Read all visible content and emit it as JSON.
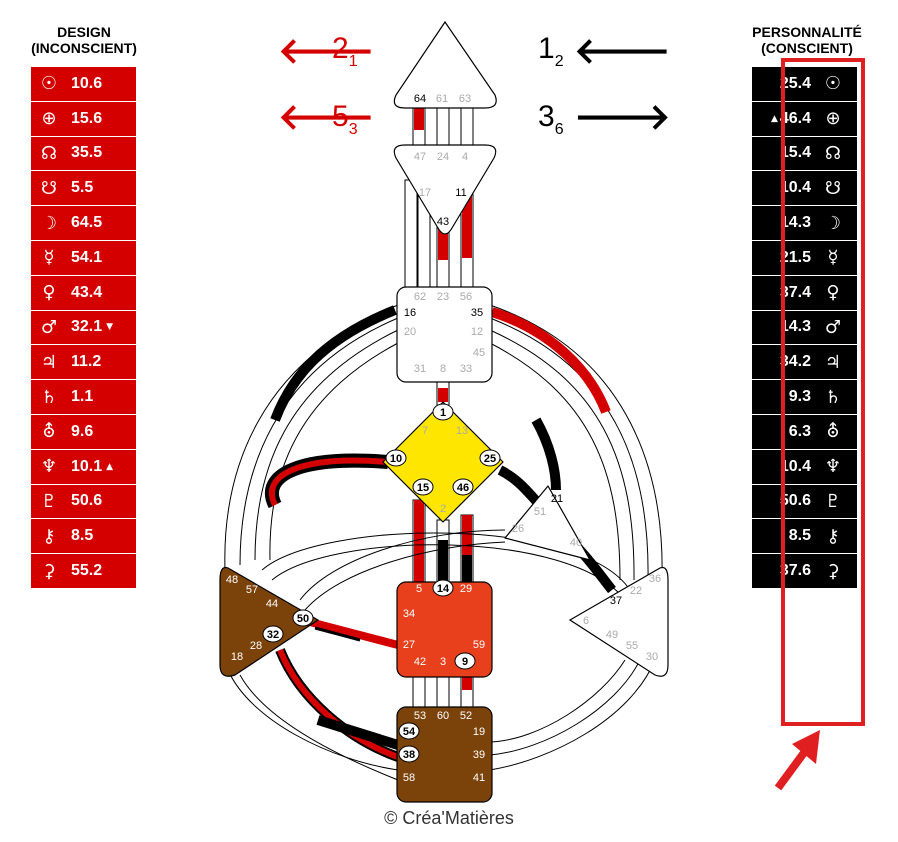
{
  "design": {
    "title_line1": "DESIGN",
    "title_line2": "(INCONSCIENT)",
    "color": "#d40000",
    "planets": [
      {
        "icon": "sun-icon",
        "glyph": "☉",
        "value": "10.6",
        "mark": ""
      },
      {
        "icon": "earth-icon",
        "glyph": "⊕",
        "value": "15.6",
        "mark": ""
      },
      {
        "icon": "north-node-icon",
        "glyph": "☊",
        "value": "35.5",
        "mark": ""
      },
      {
        "icon": "south-node-icon",
        "glyph": "☋",
        "value": "5.5",
        "mark": ""
      },
      {
        "icon": "moon-icon",
        "glyph": "☽",
        "value": "64.5",
        "mark": ""
      },
      {
        "icon": "mercury-icon",
        "glyph": "☿",
        "value": "54.1",
        "mark": ""
      },
      {
        "icon": "venus-icon",
        "glyph": "♀",
        "value": "43.4",
        "mark": ""
      },
      {
        "icon": "mars-icon",
        "glyph": "♂",
        "value": "32.1",
        "mark": "▼"
      },
      {
        "icon": "jupiter-icon",
        "glyph": "♃",
        "value": "11.2",
        "mark": ""
      },
      {
        "icon": "saturn-icon",
        "glyph": "♄",
        "value": "1.1",
        "mark": ""
      },
      {
        "icon": "uranus-icon",
        "glyph": "⛢",
        "value": "9.6",
        "mark": ""
      },
      {
        "icon": "neptune-icon",
        "glyph": "♆",
        "value": "10.1",
        "mark": "▲"
      },
      {
        "icon": "pluto-icon",
        "glyph": "♇",
        "value": "50.6",
        "mark": ""
      },
      {
        "icon": "chiron-icon",
        "glyph": "⚷",
        "value": "8.5",
        "mark": ""
      },
      {
        "icon": "ceres-icon",
        "glyph": "⚳",
        "value": "55.2",
        "mark": ""
      }
    ]
  },
  "personality": {
    "title_line1": "PERSONNALITÉ",
    "title_line2": "(CONSCIENT)",
    "color": "#000000",
    "planets": [
      {
        "icon": "sun-icon",
        "glyph": "☉",
        "value": "25.4",
        "mark": ""
      },
      {
        "icon": "earth-icon",
        "glyph": "⊕",
        "value": "46.4",
        "mark": "▲"
      },
      {
        "icon": "north-node-icon",
        "glyph": "☊",
        "value": "15.4",
        "mark": ""
      },
      {
        "icon": "south-node-icon",
        "glyph": "☋",
        "value": "10.4",
        "mark": ""
      },
      {
        "icon": "moon-icon",
        "glyph": "☽",
        "value": "14.3",
        "mark": ""
      },
      {
        "icon": "mercury-icon",
        "glyph": "☿",
        "value": "21.5",
        "mark": ""
      },
      {
        "icon": "venus-icon",
        "glyph": "♀",
        "value": "37.4",
        "mark": ""
      },
      {
        "icon": "mars-icon",
        "glyph": "♂",
        "value": "14.3",
        "mark": ""
      },
      {
        "icon": "jupiter-icon",
        "glyph": "♃",
        "value": "34.2",
        "mark": ""
      },
      {
        "icon": "saturn-icon",
        "glyph": "♄",
        "value": "9.3",
        "mark": ""
      },
      {
        "icon": "uranus-icon",
        "glyph": "⛢",
        "value": "6.3",
        "mark": ""
      },
      {
        "icon": "neptune-icon",
        "glyph": "♆",
        "value": "10.4",
        "mark": ""
      },
      {
        "icon": "pluto-icon",
        "glyph": "♇",
        "value": "50.6",
        "mark": ""
      },
      {
        "icon": "chiron-icon",
        "glyph": "⚷",
        "value": "8.5",
        "mark": ""
      },
      {
        "icon": "ceres-icon",
        "glyph": "⚳",
        "value": "37.6",
        "mark": ""
      }
    ]
  },
  "arrows": {
    "design_top": {
      "num": "2",
      "sub": "1",
      "direction": "left"
    },
    "design_bottom": {
      "num": "5",
      "sub": "3",
      "direction": "left"
    },
    "personality_top": {
      "num": "1",
      "sub": "2",
      "direction": "left"
    },
    "personality_bottom": {
      "num": "3",
      "sub": "6",
      "direction": "right"
    }
  },
  "highlight_color": "#e02020",
  "bodygraph": {
    "centers": {
      "head": {
        "gates": [
          "64",
          "61",
          "63"
        ],
        "color": "#ffffff"
      },
      "ajna": {
        "gates": [
          "47",
          "24",
          "4",
          "17",
          "11",
          "43"
        ],
        "color": "#ffffff"
      },
      "throat": {
        "gates": [
          "62",
          "23",
          "56",
          "16",
          "35",
          "20",
          "12",
          "45",
          "31",
          "8",
          "33"
        ],
        "color": "#ffffff"
      },
      "g": {
        "gates": [
          "1",
          "7",
          "13",
          "10",
          "25",
          "15",
          "46",
          "2"
        ],
        "color": "#ffe600"
      },
      "heart": {
        "gates": [
          "21",
          "51",
          "26",
          "40"
        ],
        "color": "#ffffff"
      },
      "sacral": {
        "gates": [
          "5",
          "14",
          "29",
          "34",
          "27",
          "59",
          "42",
          "3",
          "9"
        ],
        "color": "#e8401c"
      },
      "spleen": {
        "gates": [
          "48",
          "57",
          "44",
          "50",
          "32",
          "28",
          "18"
        ],
        "color": "#7b4309"
      },
      "solar_plexus": {
        "gates": [
          "36",
          "22",
          "37",
          "6",
          "49",
          "55",
          "30"
        ],
        "color": "#ffffff"
      },
      "root": {
        "gates": [
          "53",
          "60",
          "52",
          "54",
          "19",
          "38",
          "39",
          "58",
          "41"
        ],
        "color": "#7b4309"
      }
    }
  },
  "copyright": "© Créa'Matières"
}
